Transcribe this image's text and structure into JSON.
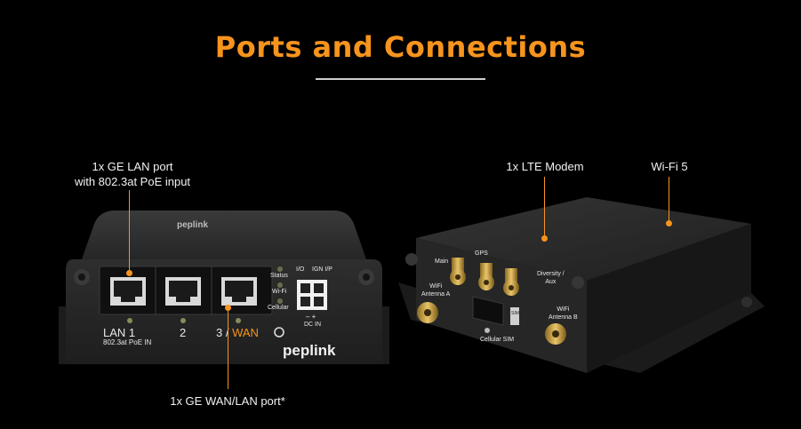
{
  "page": {
    "title": "Ports and Connections"
  },
  "callouts": {
    "lan_port_line1": "1x GE LAN port",
    "lan_port_line2": "with 802.3at PoE input",
    "lte_modem": "1x LTE Modem",
    "wifi": "Wi-Fi 5",
    "wan_port": "1x GE WAN/LAN port*"
  },
  "front_panel": {
    "brand_top": "peplink",
    "brand_logo": "peplink",
    "port_lan_label": "LAN 1",
    "port_lan_sublabel": "802.3at PoE IN",
    "port_2_label": "2",
    "port_3_prefix": "3 / ",
    "port_3_wan": "WAN",
    "led_status": "Status",
    "led_wifi": "Wi-Fi",
    "led_cellular": "Cellular",
    "io_label": "I/O",
    "ign_label": "IGN I/P",
    "dc_polarity": "–  +",
    "dc_in": "DC IN",
    "reset_icon": "reset-icon"
  },
  "rear_panel": {
    "antenna_main": "Main",
    "antenna_gps": "GPS",
    "antenna_diversity_line1": "Diversity /",
    "antenna_diversity_line2": "Aux",
    "wifi_antenna_a_line1": "WiFi",
    "wifi_antenna_a_line2": "Antenna A",
    "wifi_antenna_b_line1": "WiFi",
    "wifi_antenna_b_line2": "Antenna B",
    "cellular_sim": "Cellular SIM",
    "sim_tray": "SIM"
  },
  "colors": {
    "accent": "#f7941d",
    "background": "#000000",
    "device_body": "#2b2b2b",
    "rule": "#cfcfcf"
  }
}
